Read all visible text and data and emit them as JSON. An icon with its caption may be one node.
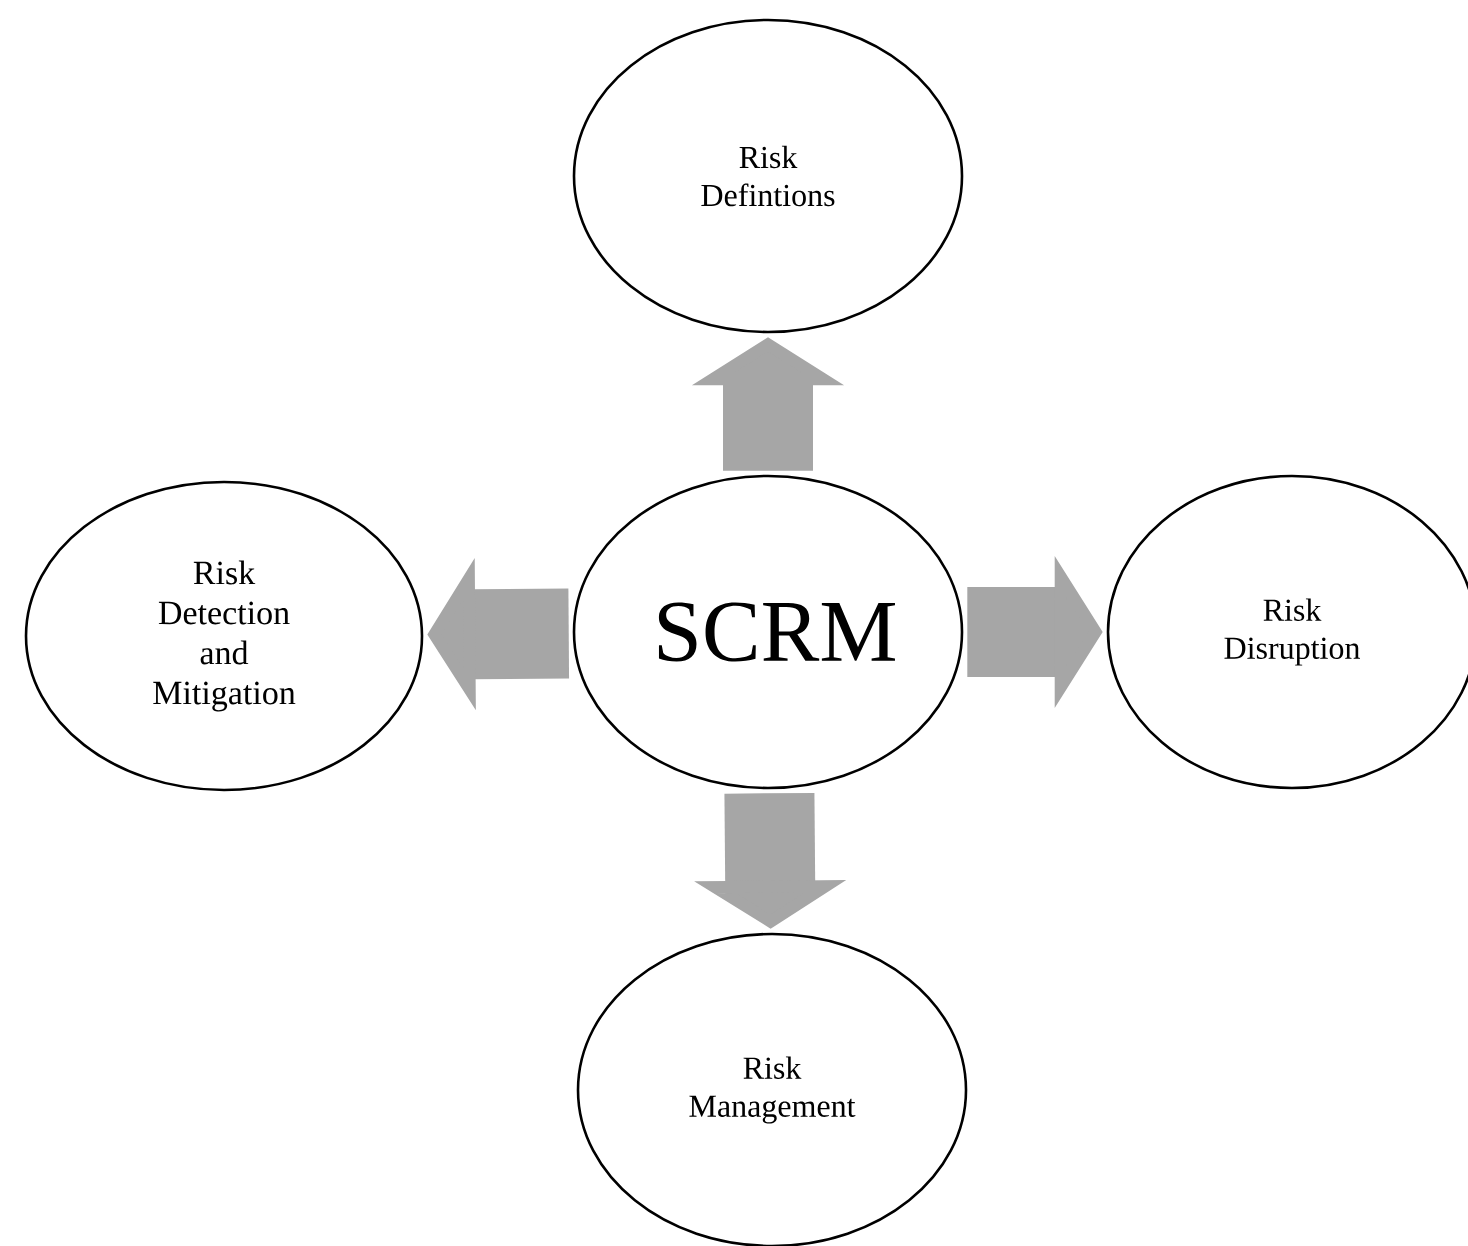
{
  "diagram": {
    "nodes": [
      {
        "text": [
          "SCRM"
        ]
      },
      {
        "text": [
          "Risk Defintions"
        ]
      },
      {
        "text": [
          "Risk Detection and Mitigation"
        ]
      },
      {
        "text": [
          "Risk Disruption"
        ]
      },
      {
        "text": [
          "Risk Management"
        ]
      }
    ],
    "edges": [
      {
        "from": 0,
        "to": 1,
        "arrow": "to"
      },
      {
        "from": 0,
        "to": 2,
        "arrow": "to"
      },
      {
        "from": 0,
        "to": 3,
        "arrow": "to"
      },
      {
        "from": 0,
        "to": 4,
        "arrow": "to"
      }
    ]
  }
}
